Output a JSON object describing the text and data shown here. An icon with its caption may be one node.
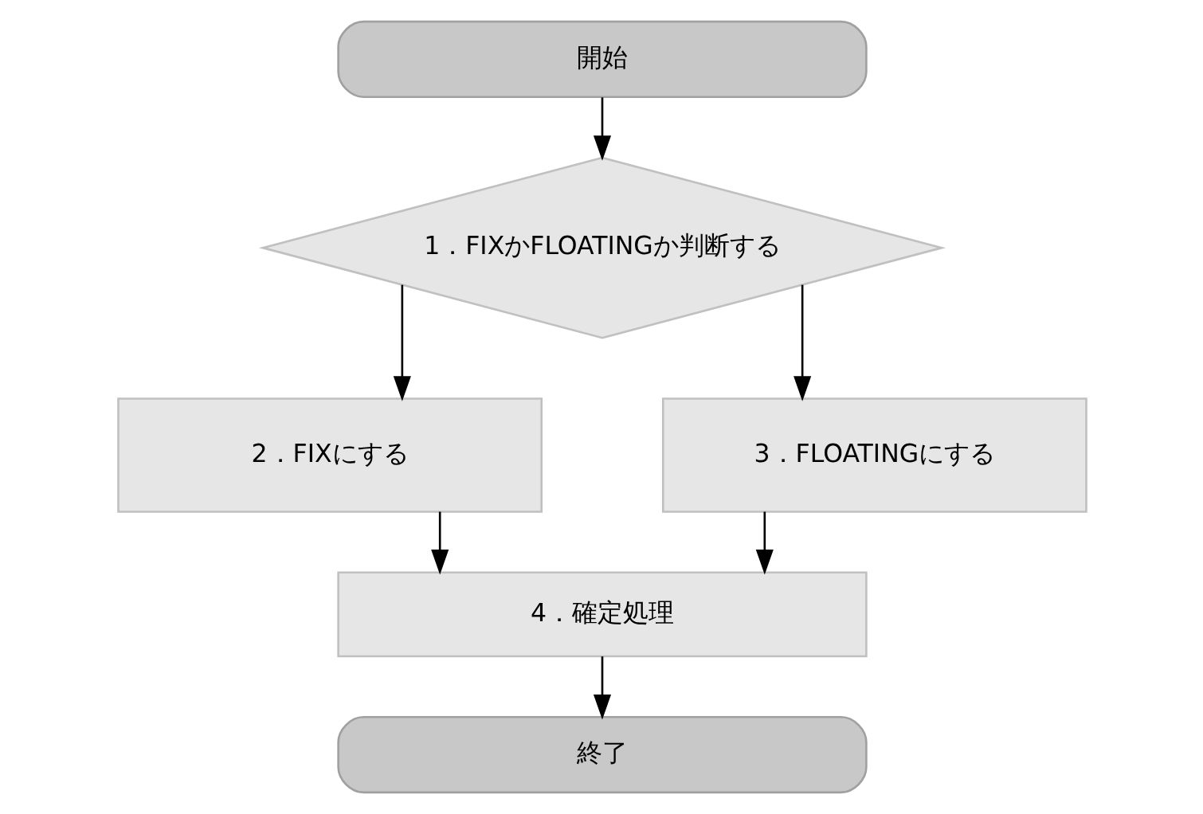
{
  "diagram": {
    "nodes": [
      {
        "text": [
          "開始"
        ]
      },
      {
        "text": [
          "1．FIXかFLOATINGか判断する"
        ]
      },
      {
        "text": [
          "2．FIXにする"
        ]
      },
      {
        "text": [
          "3．FLOATINGにする"
        ]
      },
      {
        "text": [
          "4．確定処理"
        ]
      },
      {
        "text": [
          "終了"
        ]
      }
    ],
    "edges": [
      {
        "from": 0,
        "to": 1,
        "arrow": "to"
      },
      {
        "from": 1,
        "to": 2,
        "arrow": "to"
      },
      {
        "from": 1,
        "to": 3,
        "arrow": "to"
      },
      {
        "from": 2,
        "to": 4,
        "arrow": "to"
      },
      {
        "from": 3,
        "to": 4,
        "arrow": "to"
      },
      {
        "from": 4,
        "to": 5,
        "arrow": "to"
      }
    ]
  }
}
